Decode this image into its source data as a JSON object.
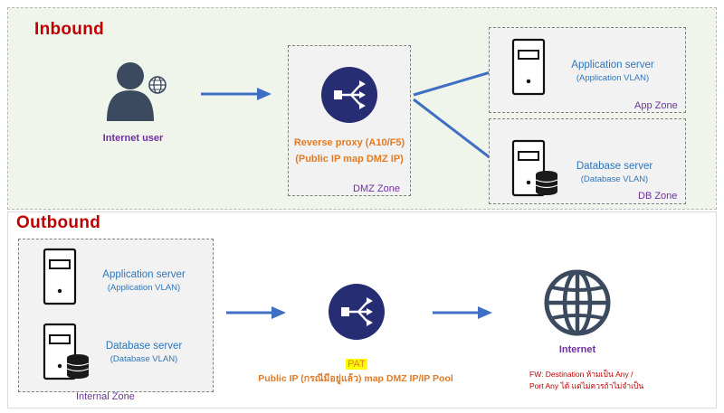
{
  "inbound": {
    "title": "Inbound",
    "internet_user": "Internet user",
    "proxy_line1": "Reverse proxy (A10/F5)",
    "proxy_line2": "(Public IP map DMZ IP)",
    "dmz_zone": "DMZ Zone",
    "app_server": "Application server",
    "app_vlan": "(Application VLAN)",
    "app_zone": "App Zone",
    "db_server": "Database server",
    "db_vlan": "(Database VLAN)",
    "db_zone": "DB Zone"
  },
  "outbound": {
    "title": "Outbound",
    "app_server": "Application server",
    "app_vlan": "(Application VLAN)",
    "db_server": "Database server",
    "db_vlan": "(Database VLAN)",
    "internal_zone": "Internal Zone",
    "pat": "PAT",
    "pat_desc": "Public IP (กรณีมีอยู่แล้ว) map DMZ IP/IP Pool",
    "internet": "Internet",
    "fw_line1": "FW: Destination ห้ามเป็น Any /",
    "fw_line2": "Port  Any ได้ แต่ไม่ควรถ้าไม่จำเป็น"
  },
  "colors": {
    "title_red": "#c00000",
    "arrow_blue": "#3f6fc4",
    "icon_navy": "#272d73",
    "label_blue": "#2e75b6",
    "label_orange": "#e07b28",
    "zone_purple": "#7030a0"
  }
}
